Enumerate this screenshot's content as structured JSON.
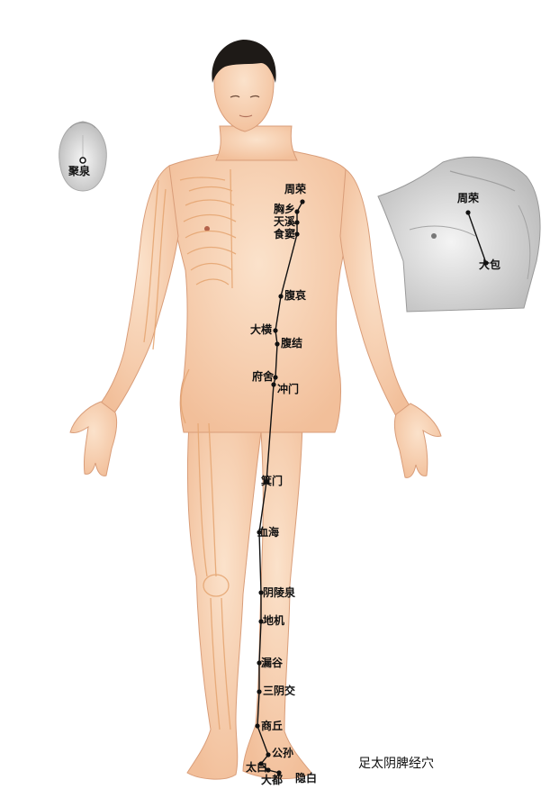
{
  "caption": "足太阴脾经穴",
  "colors": {
    "skin": "#f7d2b4",
    "skin_shadow": "#e8a983",
    "bone": "#eeb17f",
    "hair": "#1e1a17",
    "meridian": "#111111",
    "inset_gray": "#cfcfcf"
  },
  "tongue_inset": {
    "points": [
      {
        "label": "聚泉"
      }
    ]
  },
  "shoulder_inset": {
    "points": [
      {
        "label": "周荣"
      },
      {
        "label": "大包"
      }
    ]
  },
  "meridian_points": [
    {
      "label": "周荣"
    },
    {
      "label": "胸乡"
    },
    {
      "label": "天溪"
    },
    {
      "label": "食窦"
    },
    {
      "label": "腹哀"
    },
    {
      "label": "大横"
    },
    {
      "label": "腹结"
    },
    {
      "label": "府舍"
    },
    {
      "label": "冲门"
    },
    {
      "label": "箕门"
    },
    {
      "label": "血海"
    },
    {
      "label": "阴陵泉"
    },
    {
      "label": "地机"
    },
    {
      "label": "漏谷"
    },
    {
      "label": "三阴交"
    },
    {
      "label": "商丘"
    },
    {
      "label": "公孙"
    },
    {
      "label": "太白"
    },
    {
      "label": "大都"
    },
    {
      "label": "隐白"
    }
  ]
}
